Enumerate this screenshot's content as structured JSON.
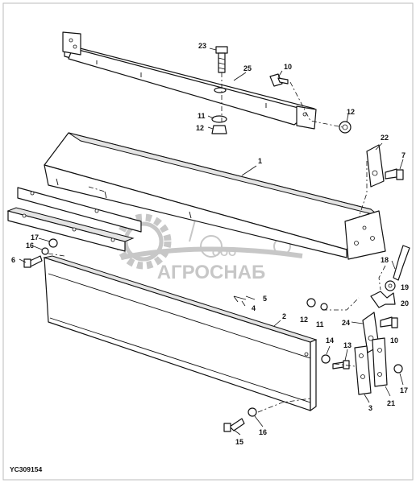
{
  "diagram": {
    "figure_id": "YC309154",
    "watermark": {
      "line1": "ООО",
      "line2": "АГРОСНАБ",
      "color": "#9a9a9a"
    },
    "callouts": [
      {
        "id": "c-23",
        "text": "23"
      },
      {
        "id": "c-25",
        "text": "25"
      },
      {
        "id": "c-10a",
        "text": "10"
      },
      {
        "id": "c-11a",
        "text": "11"
      },
      {
        "id": "c-12a",
        "text": "12"
      },
      {
        "id": "c-12b",
        "text": "12"
      },
      {
        "id": "c-1",
        "text": "1"
      },
      {
        "id": "c-22",
        "text": "22"
      },
      {
        "id": "c-7",
        "text": "7"
      },
      {
        "id": "c-17a",
        "text": "17"
      },
      {
        "id": "c-16a",
        "text": "16"
      },
      {
        "id": "c-6",
        "text": "6"
      },
      {
        "id": "c-18",
        "text": "18"
      },
      {
        "id": "c-19",
        "text": "19"
      },
      {
        "id": "c-20",
        "text": "20"
      },
      {
        "id": "c-4",
        "text": "4"
      },
      {
        "id": "c-5",
        "text": "5"
      },
      {
        "id": "c-12c",
        "text": "12"
      },
      {
        "id": "c-11b",
        "text": "11"
      },
      {
        "id": "c-24",
        "text": "24"
      },
      {
        "id": "c-10b",
        "text": "10"
      },
      {
        "id": "c-2",
        "text": "2"
      },
      {
        "id": "c-14",
        "text": "14"
      },
      {
        "id": "c-13",
        "text": "13"
      },
      {
        "id": "c-3",
        "text": "3"
      },
      {
        "id": "c-21",
        "text": "21"
      },
      {
        "id": "c-17b",
        "text": "17"
      },
      {
        "id": "c-15",
        "text": "15"
      },
      {
        "id": "c-16b",
        "text": "16"
      }
    ]
  }
}
